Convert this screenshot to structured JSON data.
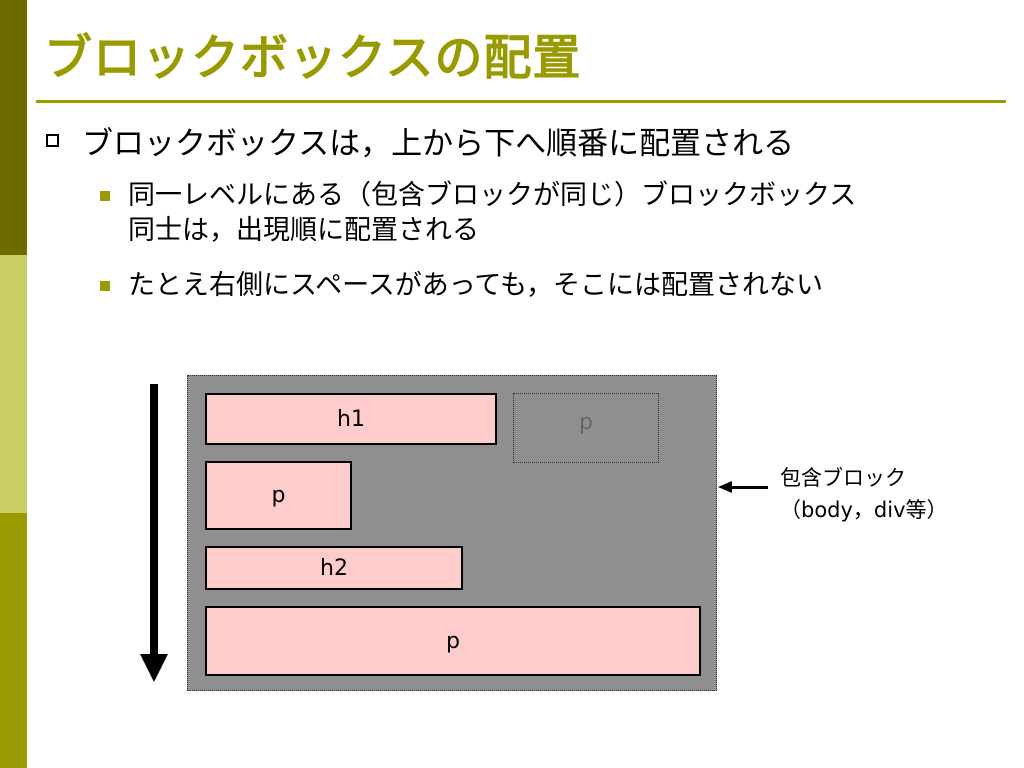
{
  "title": "ブロックボックスの配置",
  "bullets": {
    "main": "ブロックボックスは，上から下へ順番に配置される",
    "sub1_line1": "同一レベルにある（包含ブロックが同じ）ブロックボックス",
    "sub1_line2": "同士は，出現順に配置される",
    "sub2": "たとえ右側にスペースがあっても，そこには配置されない"
  },
  "diagram": {
    "boxes": {
      "h1": "h1",
      "p1": "p",
      "h2": "h2",
      "p2": "p",
      "ghost_p": "p"
    },
    "container_label_line1": "包含ブロック",
    "container_label_line2": "（body，div等）"
  },
  "colors": {
    "accent": "#999900",
    "box_fill": "#ffcccc",
    "container_fill": "#8f8f8f"
  }
}
